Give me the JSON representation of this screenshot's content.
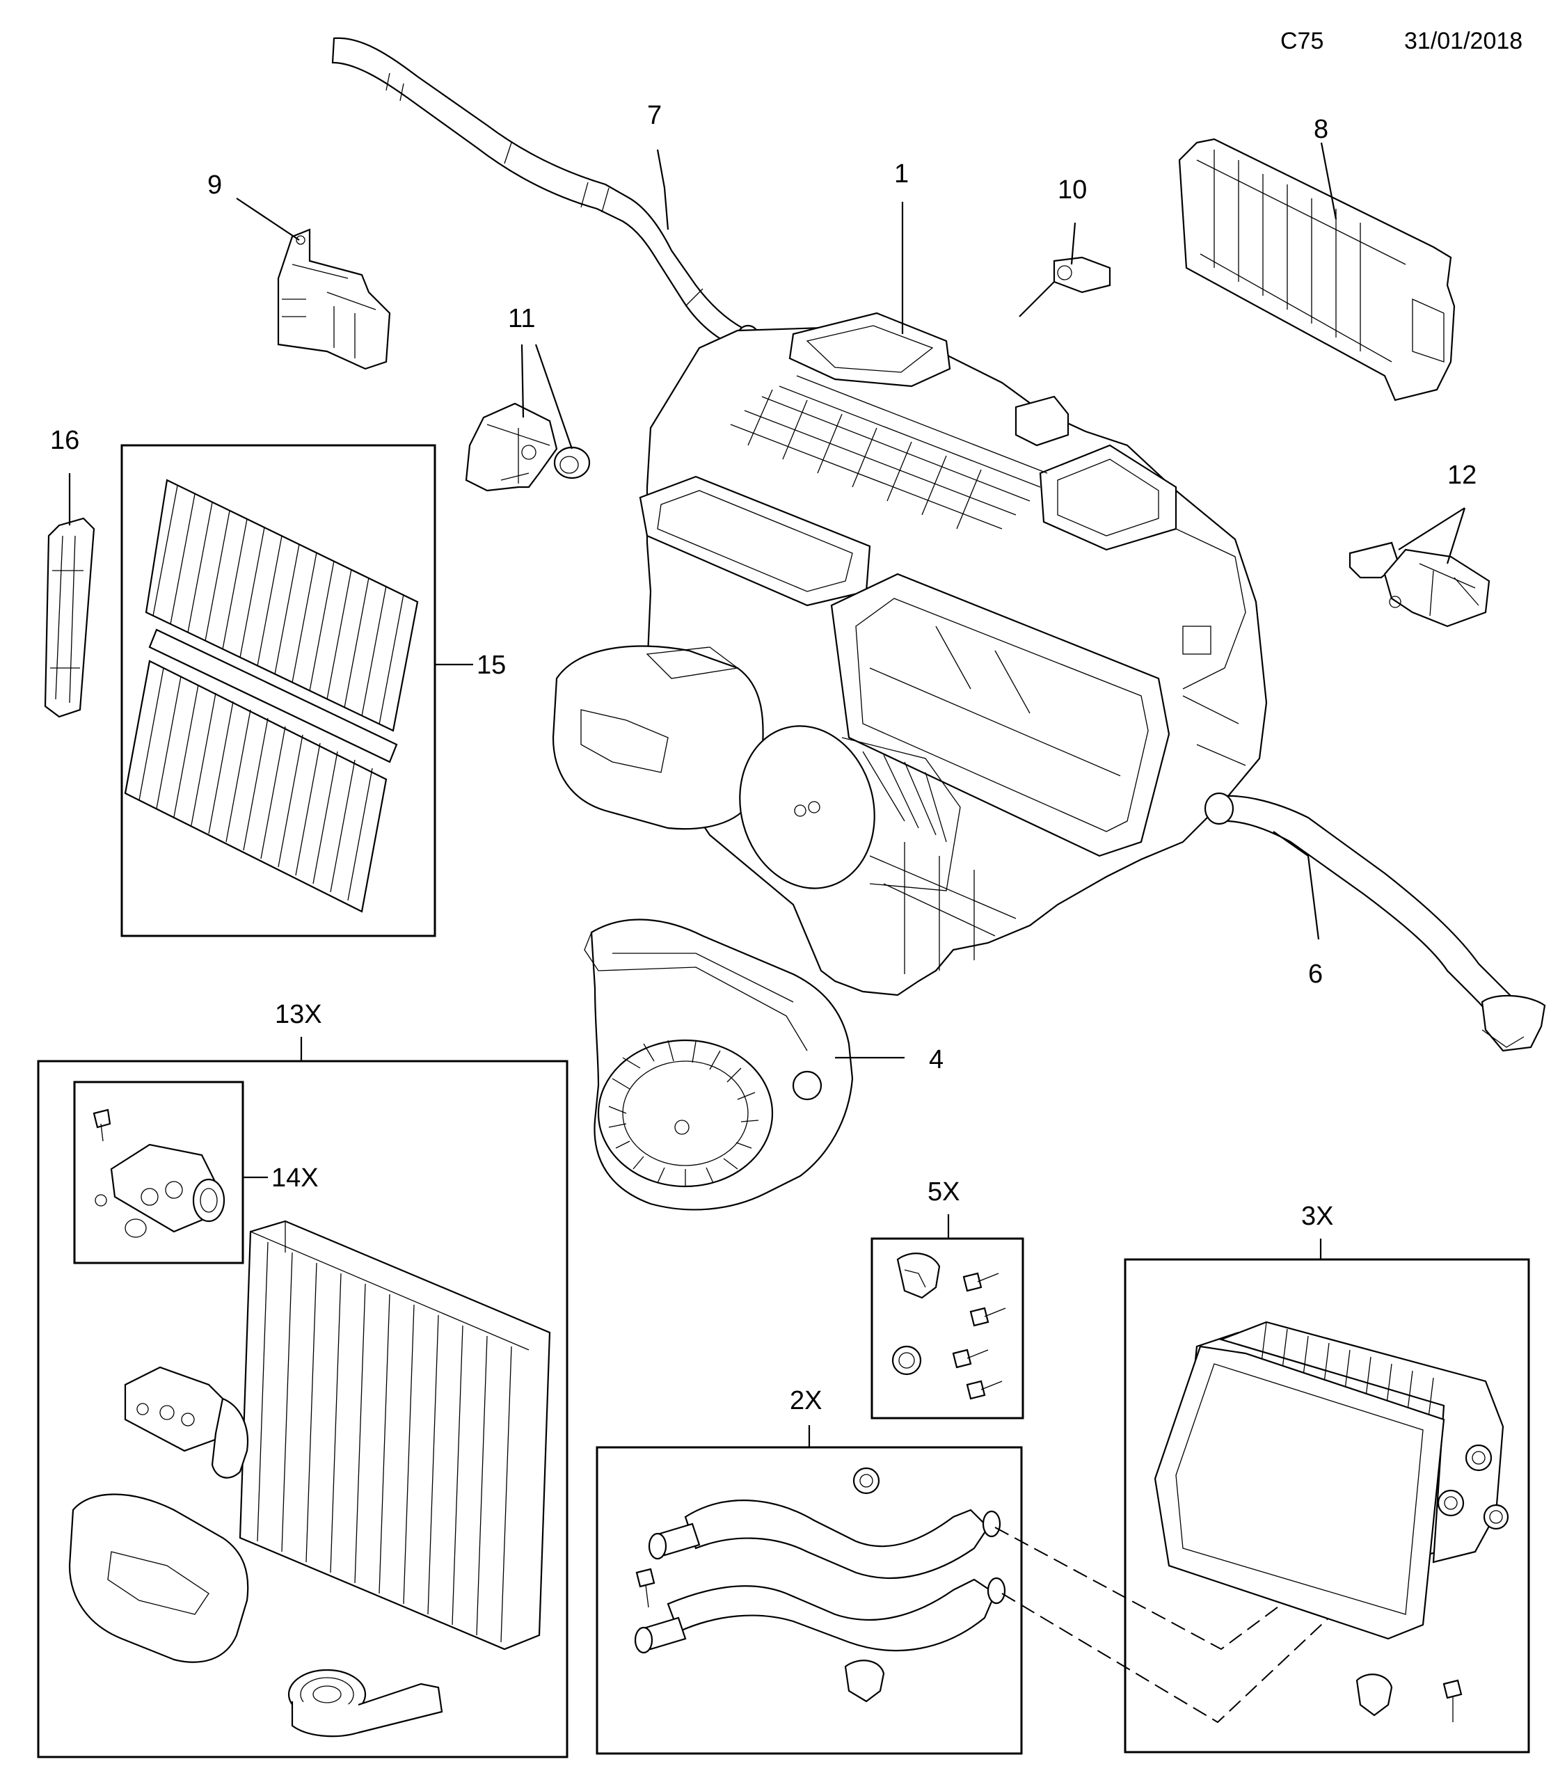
{
  "header": {
    "code": "C75",
    "date": "31/01/2018"
  },
  "callouts": {
    "c1": "1",
    "c2x": "2X",
    "c3x": "3X",
    "c4": "4",
    "c5x": "5X",
    "c6": "6",
    "c7": "7",
    "c8": "8",
    "c9": "9",
    "c10": "10",
    "c11": "11",
    "c12": "12",
    "c13x": "13X",
    "c14x": "14X",
    "c15": "15",
    "c16": "16"
  },
  "colors": {
    "line": "#000000",
    "background": "#ffffff"
  }
}
